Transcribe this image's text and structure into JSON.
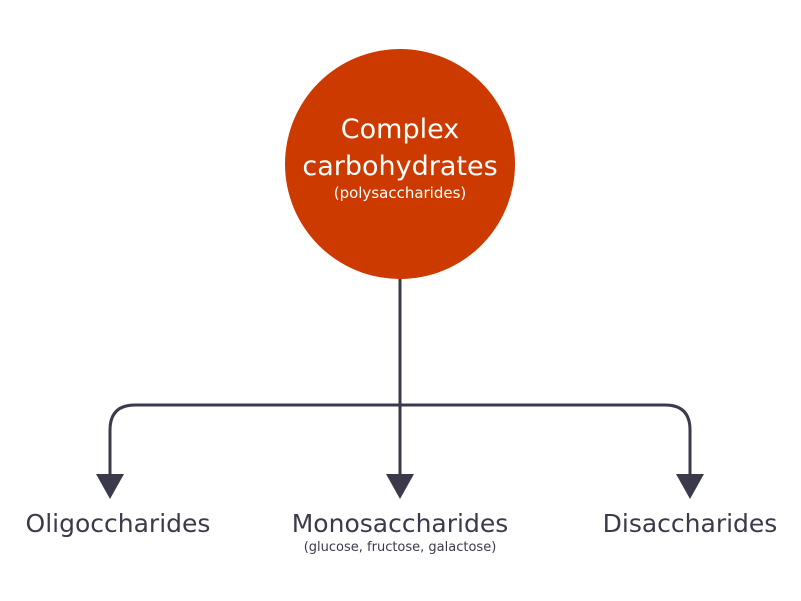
{
  "colors": {
    "root_fill": "#cc3a00",
    "connector": "#3b3a4a",
    "text_dark": "#3b3a4a",
    "text_light": "#ffffff"
  },
  "root": {
    "title_line1": "Complex",
    "title_line2": "carbohydrates",
    "subtitle": "(polysaccharides)"
  },
  "children": [
    {
      "label": "Oligoccharides",
      "sub": ""
    },
    {
      "label": "Monosaccharides",
      "sub": "(glucose, fructose, galactose)"
    },
    {
      "label": "Disaccharides",
      "sub": ""
    }
  ]
}
